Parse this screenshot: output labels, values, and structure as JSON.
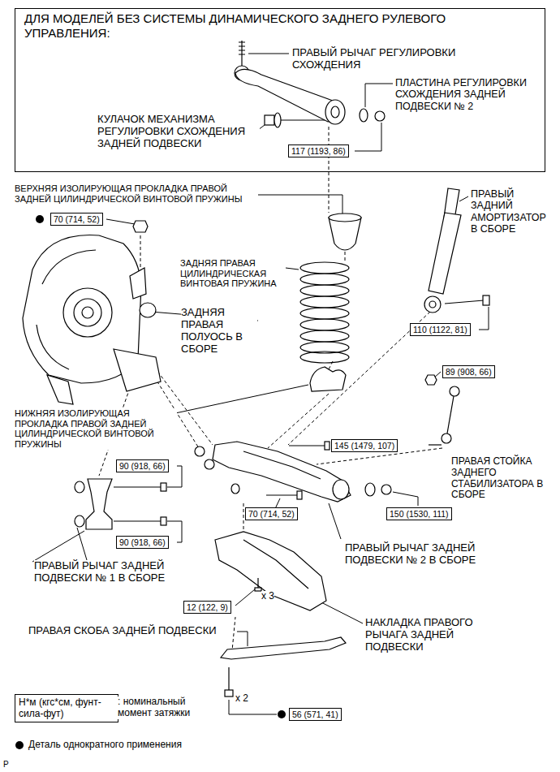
{
  "diagram": {
    "nodes": [
      {
        "text": [
          "ДЛЯ МОДЕЛЕЙ БЕЗ СИСТЕМЫ ДИНАМИЧЕСКОГО ЗАДНЕГО РУЛЕВОГО УПРАВЛЕНИЯ:"
        ]
      },
      {
        "text": [
          "117 (1193, 86)"
        ],
        "in": 0
      },
      {
        "text": [
          "70 (714, 52)"
        ]
      },
      {
        "text": [
          "110 (1122, 81)"
        ]
      },
      {
        "text": [
          "89 (908, 66)"
        ]
      },
      {
        "text": [
          "145 (1479, 107)"
        ]
      },
      {
        "text": [
          "90 (918, 66)"
        ]
      },
      {
        "text": [
          "70 (714, 52)"
        ]
      },
      {
        "text": [
          "150 (1530, 111)"
        ]
      },
      {
        "text": [
          "90 (918, 66)"
        ]
      },
      {
        "text": [
          "12 (122, 9)"
        ]
      },
      {
        "text": [
          "56 (571, 41)"
        ]
      },
      {
        "text": [
          "Н*м (кгс*см, фунт-сила-фут)"
        ]
      }
    ],
    "labels": [
      "ПРАВЫЙ РЫЧАГ РЕГУЛИРОВКИ СХОЖДЕНИЯ",
      "ПЛАСТИНА РЕГУЛИРОВКИ СХОЖДЕНИЯ ЗАДНЕЙ ПОДВЕСКИ № 2",
      "КУЛАЧОК МЕХАНИЗМА РЕГУЛИРОВКИ СХОЖДЕНИЯ ЗАДНЕЙ ПОДВЕСКИ",
      "ВЕРХНЯЯ ИЗОЛИРУЮЩАЯ ПРОКЛАДКА ПРАВОЙ ЗАДНЕЙ ЦИЛИНДРИЧЕСКОЙ ВИНТОВОЙ ПРУЖИНЫ",
      "ПРАВЫЙ ЗАДНИЙ АМОРТИЗАТОР В СБОРЕ",
      "ЗАДНЯЯ ПРАВАЯ ЦИЛИНДРИЧЕСКАЯ ВИНТОВАЯ ПРУЖИНА",
      "ЗАДНЯЯ ПРАВАЯ ПОЛУОСЬ В СБОРЕ",
      "НИЖНЯЯ ИЗОЛИРУЮЩАЯ ПРОКЛАДКА ПРАВОЙ ЗАДНЕЙ ЦИЛИНДРИЧЕСКОЙ ВИНТОВОЙ ПРУЖИНЫ",
      "ПРАВАЯ СТОЙКА ЗАДНЕГО СТАБИЛИЗАТОРА В СБОРЕ",
      "ПРАВЫЙ РЫЧАГ ЗАДНЕЙ ПОДВЕСКИ № 2 В СБОРЕ",
      "ПРАВЫЙ РЫЧАГ ЗАДНЕЙ ПОДВЕСКИ № 1 В СБОРЕ",
      "x 3",
      "НАКЛАДКА ПРАВОГО РЫЧАГА ЗАДНЕЙ ПОДВЕСКИ",
      "ПРАВАЯ СКОБА ЗАДНЕЙ ПОДВЕСКИ",
      "x 2",
      ": номинальный момент затяжки",
      "P"
    ],
    "legend": [
      {
        "text": "Деталь однократного применения"
      }
    ]
  }
}
